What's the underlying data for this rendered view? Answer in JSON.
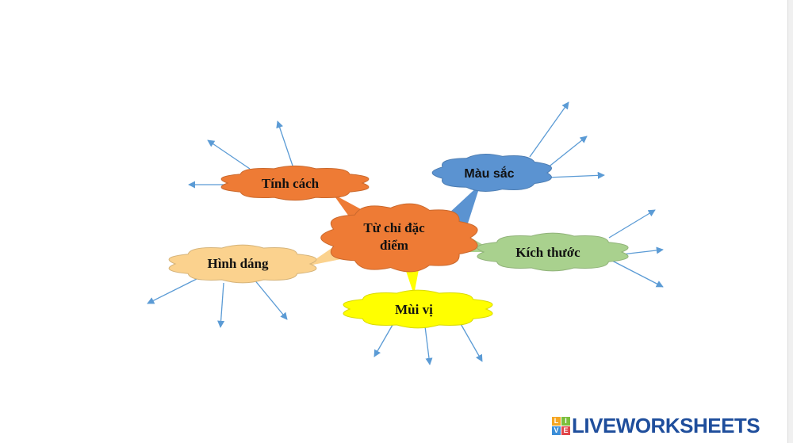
{
  "center": {
    "lines": [
      "Từ chỉ đặc",
      "điểm"
    ],
    "color": "#ee7b35"
  },
  "branches": [
    {
      "id": "tinh-cach",
      "label": "Tính cách",
      "color": "#ee7b35"
    },
    {
      "id": "mau-sac",
      "label": "Màu sắc",
      "color": "#5b93d1"
    },
    {
      "id": "kich-thuoc",
      "label": "Kích thước",
      "color": "#a9d18e"
    },
    {
      "id": "mui-vi",
      "label": "Mùi vị",
      "color": "#ffff00"
    },
    {
      "id": "hinh-dang",
      "label": "Hình dáng",
      "color": "#fbd28e"
    }
  ],
  "arrow_color": "#5b9bd5",
  "brand": {
    "text": "LIVEWORKSHEETS",
    "logo_letters": [
      "L",
      "I",
      "V",
      "E"
    ],
    "logo_colors": [
      "#f5a623",
      "#7cbf3c",
      "#3b8ed8",
      "#e0464a"
    ]
  }
}
